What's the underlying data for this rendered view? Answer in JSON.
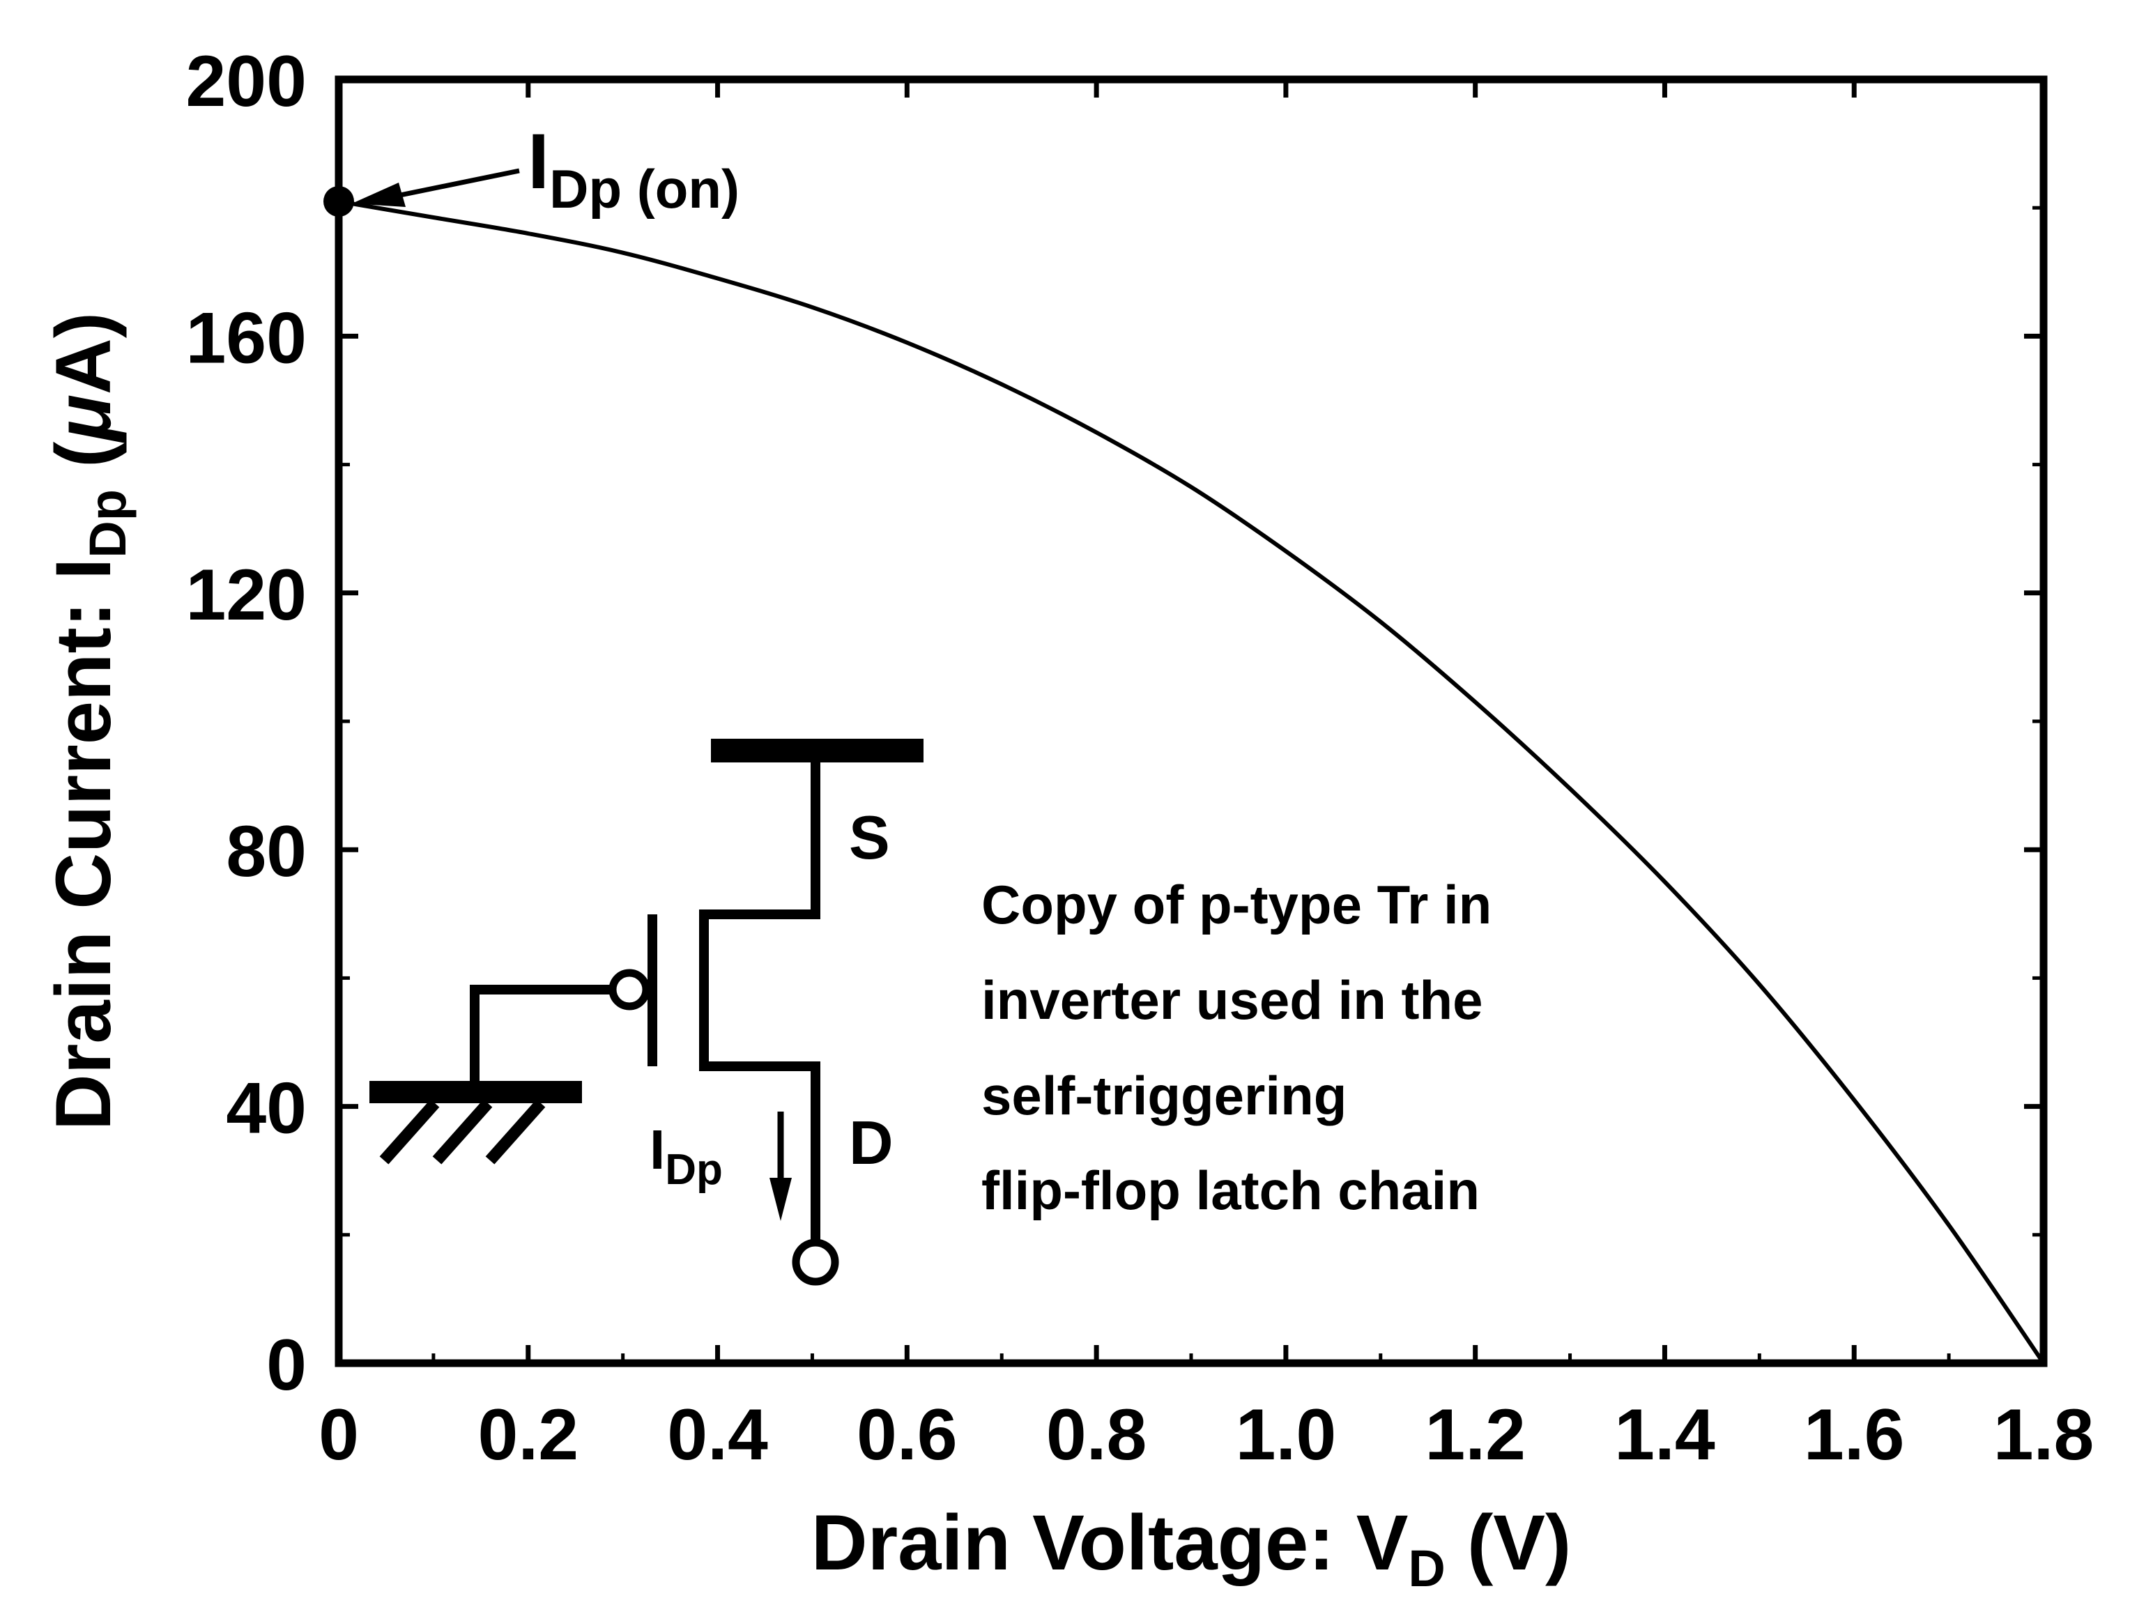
{
  "chart_data": {
    "type": "line",
    "xlabel": {
      "main": "Drain Voltage: V",
      "sub": "D",
      "unit": " (V)"
    },
    "ylabel": {
      "main": "Drain Current: I",
      "sub": "Dp",
      "unit_prefix": " (",
      "mu": "μ",
      "unit_suffix": "A)"
    },
    "xlim": [
      0,
      1.8
    ],
    "ylim": [
      0,
      200
    ],
    "x_ticks": [
      "0",
      "0.2",
      "0.4",
      "0.6",
      "0.8",
      "1.0",
      "1.2",
      "1.4",
      "1.6",
      "1.8"
    ],
    "y_ticks": [
      "0",
      "40",
      "80",
      "120",
      "160",
      "200"
    ],
    "grid": false,
    "series": [
      {
        "x": [
          0,
          0.1,
          0.2,
          0.3,
          0.4,
          0.5,
          0.6,
          0.7,
          0.8,
          0.9,
          1.0,
          1.1,
          1.2,
          1.3,
          1.4,
          1.5,
          1.6,
          1.7,
          1.8
        ],
        "y": [
          181,
          178.5,
          176,
          173,
          169,
          164.5,
          159,
          152.5,
          145,
          136.5,
          126.5,
          115.5,
          103,
          89.5,
          75,
          59,
          41,
          21.5,
          0
        ]
      }
    ],
    "annotations": [
      {
        "label_main": "I",
        "label_sub": "Dp (on)",
        "x": 0,
        "y": 181
      }
    ],
    "note_lines": [
      "Copy of p-type Tr in",
      "inverter used in the",
      "self-triggering",
      "flip-flop latch chain"
    ],
    "circuit_labels": {
      "source": "S",
      "drain": "D",
      "current_main": "I",
      "current_sub": "Dp"
    }
  }
}
